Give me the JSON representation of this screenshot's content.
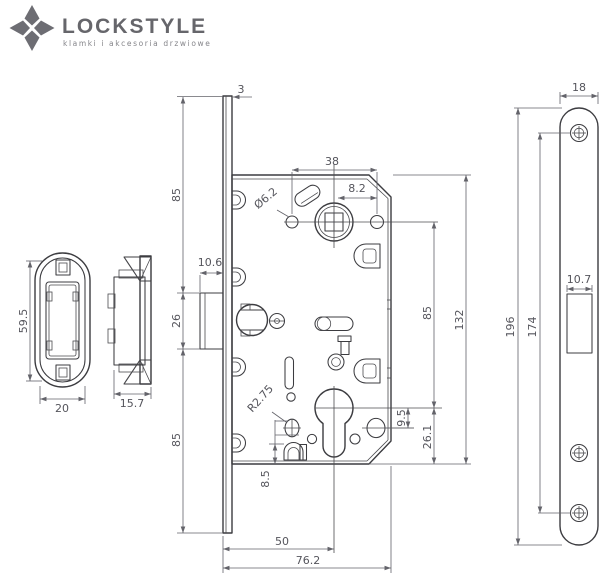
{
  "brand": {
    "name": "LOCKSTYLE",
    "tagline": "klamki i akcesoria drzwiowe"
  },
  "dims": {
    "plate_thickness": "3",
    "body_upper": "85",
    "latch_protrusion": "10.6",
    "latch_cutout_height": "26",
    "body_lower": "85",
    "hole_diameter": "Ø6.2",
    "hole_spacing": "38",
    "hub_offset": "8.2",
    "hub_to_cylinder": "85",
    "case_height": "132",
    "cylinder_to_pin": "9.5",
    "cylinder_to_bottom": "26.1",
    "fillet_radius": "R2.75",
    "foot_height": "8.5",
    "backset": "50",
    "case_depth": "76.2",
    "strike_height": "59.5",
    "strike_width": "20",
    "strike_depth": "15.7",
    "faceplate_width": "18",
    "faceplate_height": "196",
    "screw_spacing": "174",
    "faceplate_cutout_width": "10.7"
  }
}
